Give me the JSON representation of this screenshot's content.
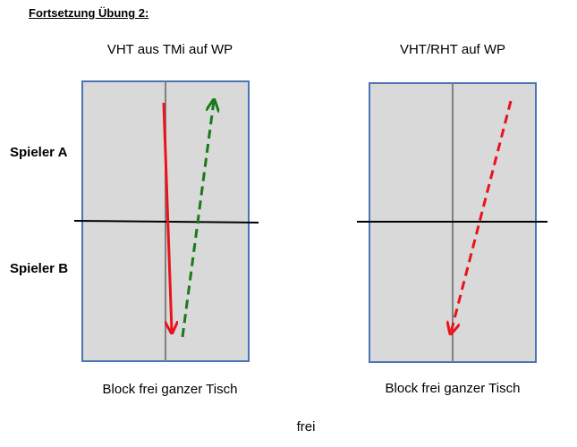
{
  "heading": "Fortsetzung Übung 2:",
  "players": {
    "a": "Spieler A",
    "b": "Spieler B"
  },
  "tables": [
    {
      "title": "VHT aus TMi auf WP",
      "caption": "Block frei ganzer Tisch",
      "arrows": [
        {
          "color": "#e8141c",
          "style": "solid",
          "icon": "arrow-down"
        },
        {
          "color": "#1a7a1a",
          "style": "dashed",
          "icon": "arrow-up"
        }
      ]
    },
    {
      "title": "VHT/RHT auf WP",
      "caption": "Block frei ganzer Tisch",
      "arrows": [
        {
          "color": "#e8141c",
          "style": "dashed",
          "icon": "arrow-down"
        }
      ]
    }
  ],
  "footer": "frei",
  "colors": {
    "table_fill": "#d9d9d9",
    "table_border": "#4a74b4",
    "center_line": "#808080",
    "net": "#000000"
  }
}
